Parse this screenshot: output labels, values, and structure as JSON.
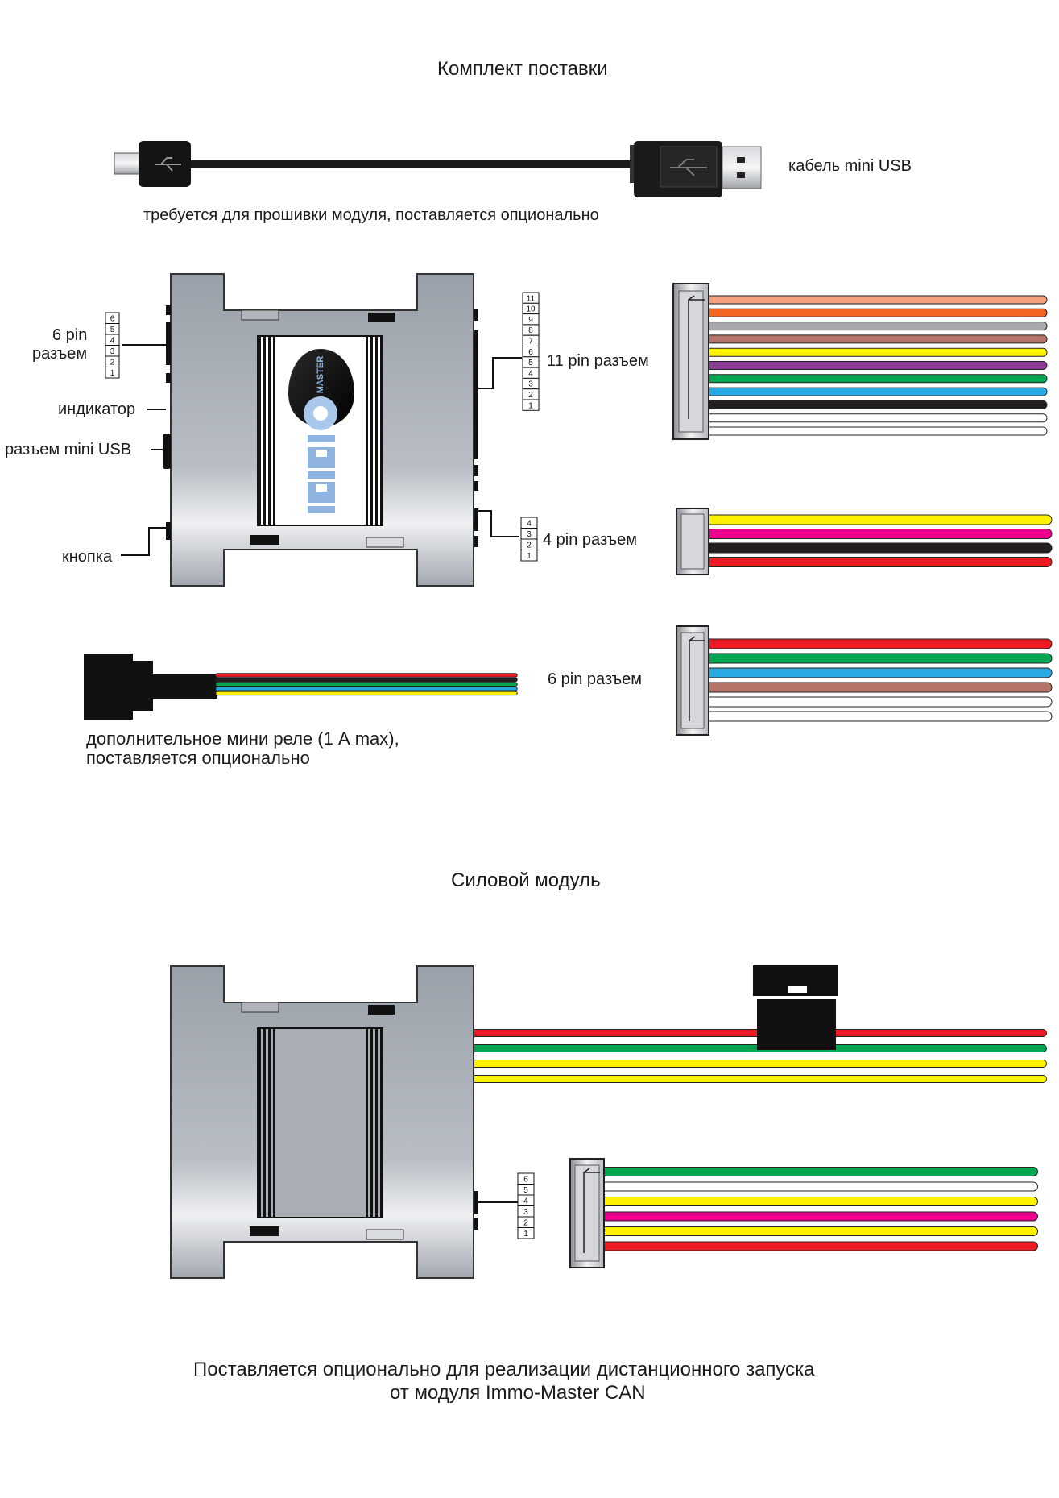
{
  "titles": {
    "kit": "Комплект поставки",
    "power_module": "Силовой модуль"
  },
  "usb_cable": {
    "label": "кабель mini USB",
    "note": "требуется для прошивки модуля, поставляется опционально"
  },
  "main_module": {
    "logo_text": "MASTER",
    "left_labels": {
      "six_pin_line1": "6 pin",
      "six_pin_line2": "разъем",
      "indicator": "индикатор",
      "mini_usb": "разъем mini USB",
      "button": "кнопка"
    },
    "right_labels": {
      "eleven_pin": "11 pin разъем",
      "four_pin": "4 pin разъем"
    },
    "pins_6": [
      "6",
      "5",
      "4",
      "3",
      "2",
      "1"
    ],
    "pins_11": [
      "11",
      "10",
      "9",
      "8",
      "7",
      "6",
      "5",
      "4",
      "3",
      "2",
      "1"
    ],
    "pins_4": [
      "4",
      "3",
      "2",
      "1"
    ]
  },
  "harness_11pin": {
    "wire_colors": [
      "#f4a07c",
      "#f26522",
      "#a7a9ac",
      "#b5746a",
      "#fff200",
      "#8e3b97",
      "#00a651",
      "#27aae1",
      "#231f20",
      "#ffffff",
      "#ffffff"
    ]
  },
  "harness_4pin": {
    "wire_colors": [
      "#fff200",
      "#ec008c",
      "#231f20",
      "#ed1c24"
    ]
  },
  "harness_6pin": {
    "label": "6 pin разъем",
    "wire_colors": [
      "#ed1c24",
      "#00a651",
      "#27aae1",
      "#b5746a",
      "#ffffff",
      "#ffffff"
    ]
  },
  "mini_relay": {
    "label_line1": "дополнительное мини реле (1 А max),",
    "label_line2": "поставляется опционально",
    "wire_colors": [
      "#ed1c24",
      "#231f20",
      "#00a651",
      "#27aae1",
      "#fff200"
    ]
  },
  "power_module": {
    "pins_6": [
      "6",
      "5",
      "4",
      "3",
      "2",
      "1"
    ],
    "main_wire_colors": [
      "#ed1c24",
      "#00a651",
      "#fff200",
      "#fff200"
    ],
    "harness_wire_colors": [
      "#00a651",
      "#ffffff",
      "#fff200",
      "#ec008c",
      "#fff200",
      "#ed1c24"
    ]
  },
  "footer": {
    "line1": "Поставляется опционально для реализации дистанционного запуска",
    "line2": "от модуля  Immo-Master CAN"
  }
}
